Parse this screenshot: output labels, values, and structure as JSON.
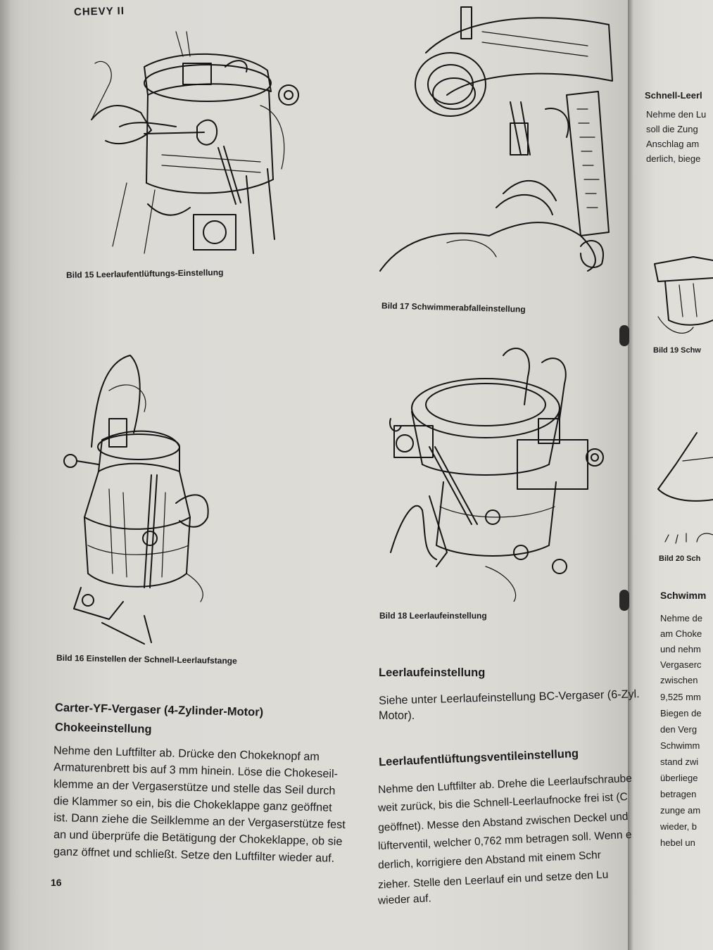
{
  "header": "CHEVY II",
  "page_number": "16",
  "captions": {
    "bild15": "Bild 15  Leerlaufentlüftungs-Einstellung",
    "bild16": "Bild 16  Einstellen der Schnell-Leerlaufstange",
    "bild17": "Bild 17  Schwimmerabfalleinstellung",
    "bild18": "Bild 18  Leerlaufeinstellung"
  },
  "left_section": {
    "title_line1": "Carter-YF-Vergaser (4-Zylinder-Motor)",
    "title_line2": "Chokeeinstellung",
    "lines": [
      "Nehme den Luftfilter ab. Drücke den Chokeknopf am",
      "Armaturenbrett bis auf 3 mm hinein. Löse die Chokeseil-",
      "klemme an der Vergaserstütze und stelle das Seil durch",
      "die Klammer so ein, bis die Chokeklappe ganz geöffnet",
      "ist. Dann ziehe die Seilklemme an der Vergaserstütze fest",
      "an und überprüfe die Betätigung der Chokeklappe, ob sie",
      "ganz öffnet und schließt. Setze den Luftfilter wieder auf."
    ]
  },
  "right_section": {
    "heading1": "Leerlaufeinstellung",
    "para1_lines": [
      "Siehe unter Leerlaufeinstellung BC-Vergaser (6-Zyl.",
      "Motor)."
    ],
    "heading2": "Leerlaufentlüftungsventileinstellung",
    "para2_lines": [
      "Nehme den Luftfilter ab. Drehe die Leerlaufschraube",
      "weit zurück, bis die Schnell-Leerlaufnocke frei ist (C",
      "geöffnet). Messe den Abstand zwischen Deckel und",
      "lüfterventil, welcher 0,762 mm betragen soll. Wenn e",
      "derlich, korrigiere den Abstand mit einem Schr",
      "zieher. Stelle den Leerlauf ein und setze den Lu",
      "wieder auf."
    ]
  },
  "next_page": {
    "heading1": "Schnell-Leerl",
    "para1_lines": [
      "Nehme den Lu",
      "soll die Zung",
      "Anschlag am",
      "derlich, biege"
    ],
    "caption19": "Bild 19  Schw",
    "caption20": "Bild 20  Sch",
    "heading2": "Schwimm",
    "para2_lines": [
      "Nehme de",
      "am Choke",
      "und nehm",
      "Vergaserc",
      "zwischen",
      "9,525 mm",
      "Biegen de",
      "den Verg",
      "Schwimm",
      "stand zwi",
      "überliege",
      "betragen",
      "zunge am",
      "wieder, b",
      "hebel un"
    ]
  }
}
